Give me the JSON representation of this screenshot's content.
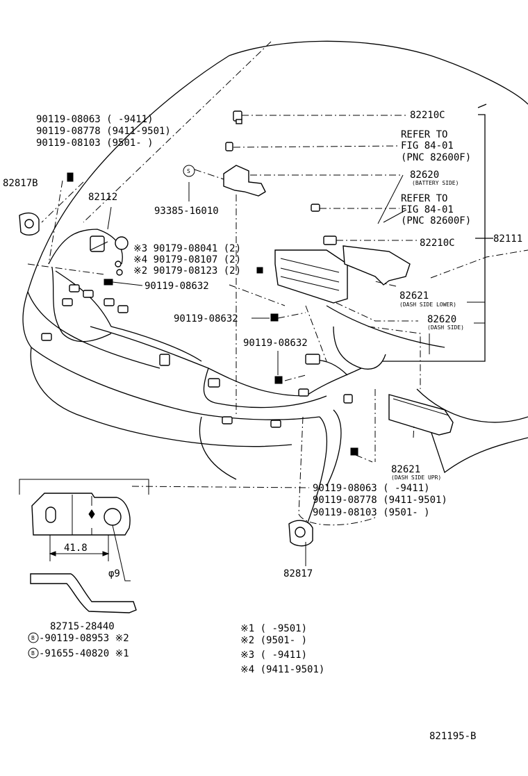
{
  "labels": {
    "p82210c_top": "82210C",
    "refer1_a": "REFER TO",
    "refer1_b": "FIG 84-01",
    "refer1_c": "(PNC 82600F)",
    "p82620_top": "82620",
    "battery_side": "(BATTERY SIDE)",
    "refer2_a": "REFER TO",
    "refer2_b": "FIG 84-01",
    "refer2_c": "(PNC 82600F)",
    "p82210c_mid": "82210C",
    "p82111": "82111",
    "p82621_lower": "82621",
    "dash_side_lower": "(DASH SIDE LOWER)",
    "p82620_dash": "82620",
    "dash_side": "(DASH SIDE)",
    "p82621_upr": "82621",
    "dash_side_upr": "(DASH SIDE UPR)",
    "bolt_a1": "90119-08063 (     -9411)",
    "bolt_a2": "90119-08778 (9411-9501)",
    "bolt_a3": "90119-08103 (9501-      )",
    "p82817b": "82817B",
    "p82112": "82112",
    "p93385": "93385-16010",
    "sym_s": "S",
    "n3": "※3 90179-08041 (2)",
    "n4": "※4 90179-08107 (2)",
    "n2": "※2 90179-08123 (2)",
    "bolt_08632_a": "90119-08632",
    "bolt_08632_b": "90119-08632",
    "bolt_08632_c": "90119-08632",
    "bolt_b1": "90119-08063 (     -9411)",
    "bolt_b2": "90119-08778 (9411-9501)",
    "bolt_b3": "90119-08103 (9501-      )",
    "p82817": "82817",
    "dim_418": "41.8",
    "dim_phi9": "φ9",
    "p82715": "82715-28440",
    "circ_b1": "B",
    "b_item1": "-90119-08953 ※2",
    "circ_b2": "B",
    "b_item2": "-91655-40820 ※1",
    "note1": "※1 (       -9501)",
    "note2": "※2 (9501-       )",
    "note3": "※3 (       -9411)",
    "note4": "※4 (9411-9501)",
    "fig_no": "821195-B"
  }
}
